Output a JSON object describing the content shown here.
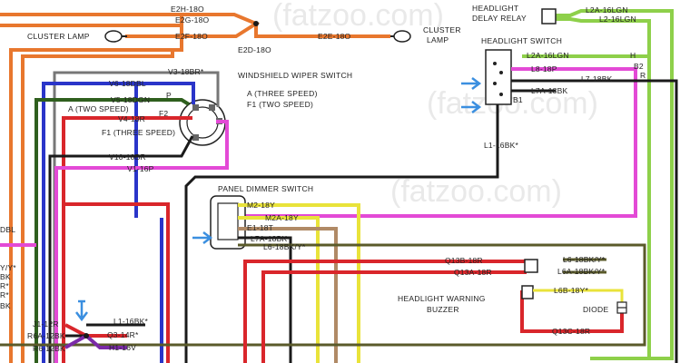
{
  "watermarks": [
    "(fatzoo.com)",
    "(fatzoo.com)",
    "(fatzoo.com)"
  ],
  "components": {
    "cluster_lamp_left": "CLUSTER LAMP",
    "cluster_lamp_right": "CLUSTER\nLAMP",
    "headlight_delay_relay": "HEADLIGHT\nDELAY RELAY",
    "headlight_switch": "HEADLIGHT SWITCH",
    "windshield_wiper_switch": "WINDSHIELD WIPER SWITCH",
    "wiper_note_a": "A (THREE SPEED)",
    "wiper_note_f1": "F1 (TWO SPEED)",
    "panel_dimmer_switch": "PANEL DIMMER SWITCH",
    "headlight_warning_buzzer": "HEADLIGHT WARNING\nBUZZER",
    "diode": "DIODE"
  },
  "wire_labels": {
    "e2h": "E2H-18O",
    "e2g": "E2G-18O",
    "e2f": "E2F-18O",
    "e2d": "E2D-18O",
    "e2e": "E2E-18O",
    "l2a_lgn": "L2A-16LGN",
    "l2_lgn": "L2-16LGN",
    "l2a_lgn_2": "L2A-16LGN",
    "l8": "L8-18P",
    "l7": "L7-18BK",
    "l7a": "L7A-18BK",
    "l1": "L1-16BK*",
    "h": "H",
    "b2": "B2",
    "r": "R",
    "b1": "B1",
    "v3": "V3-18BR*",
    "v6": "V6-18DBL",
    "v5": "V5-18DGN",
    "p": "P",
    "a_two": "A (TWO SPEED)",
    "f2": "F2",
    "v4": "V4-18R",
    "f1_three": "F1 (THREE SPEED)",
    "v10": "V10-18BR",
    "v1": "V1-16P",
    "m2": "M2-18Y",
    "m2a": "M2A-18Y",
    "e1": "E1-18T",
    "l7a_dim": "L7A-18BK",
    "l6_dim": "L6-18BK/Y*",
    "q13b": "Q13B-18R",
    "q13a": "Q13A-18R",
    "l6_a": "L6-18BK/Y*",
    "l6a": "L6A-18BK/Y*",
    "l6b": "L6B-18Y*",
    "q13c": "Q13C-18R",
    "j1": "J1-12R",
    "r6a": "R6A-12BK",
    "r6": "R6-12BK",
    "l1_bot": "L1-16BK*",
    "q3": "Q3-14R*",
    "h1": "H1-16V",
    "cut_dbl": "DBL",
    "cut_y": "Y/Y*",
    "cut_bk": "BK",
    "cut_r1": "R*",
    "cut_r2": "R*",
    "cut_bk2": "BK"
  },
  "colors": {
    "orange": "#e8772e",
    "green": "#8ed04a",
    "black": "#1a1a1a",
    "blue": "#2a35c9",
    "dark_green": "#2f5f1e",
    "red": "#d9262b",
    "pink": "#e34ad6",
    "yellow": "#e9e33a",
    "purple": "#7b2aa8",
    "brown": "#b08a66",
    "gray": "#777777",
    "arrow": "#3b8fe0"
  }
}
